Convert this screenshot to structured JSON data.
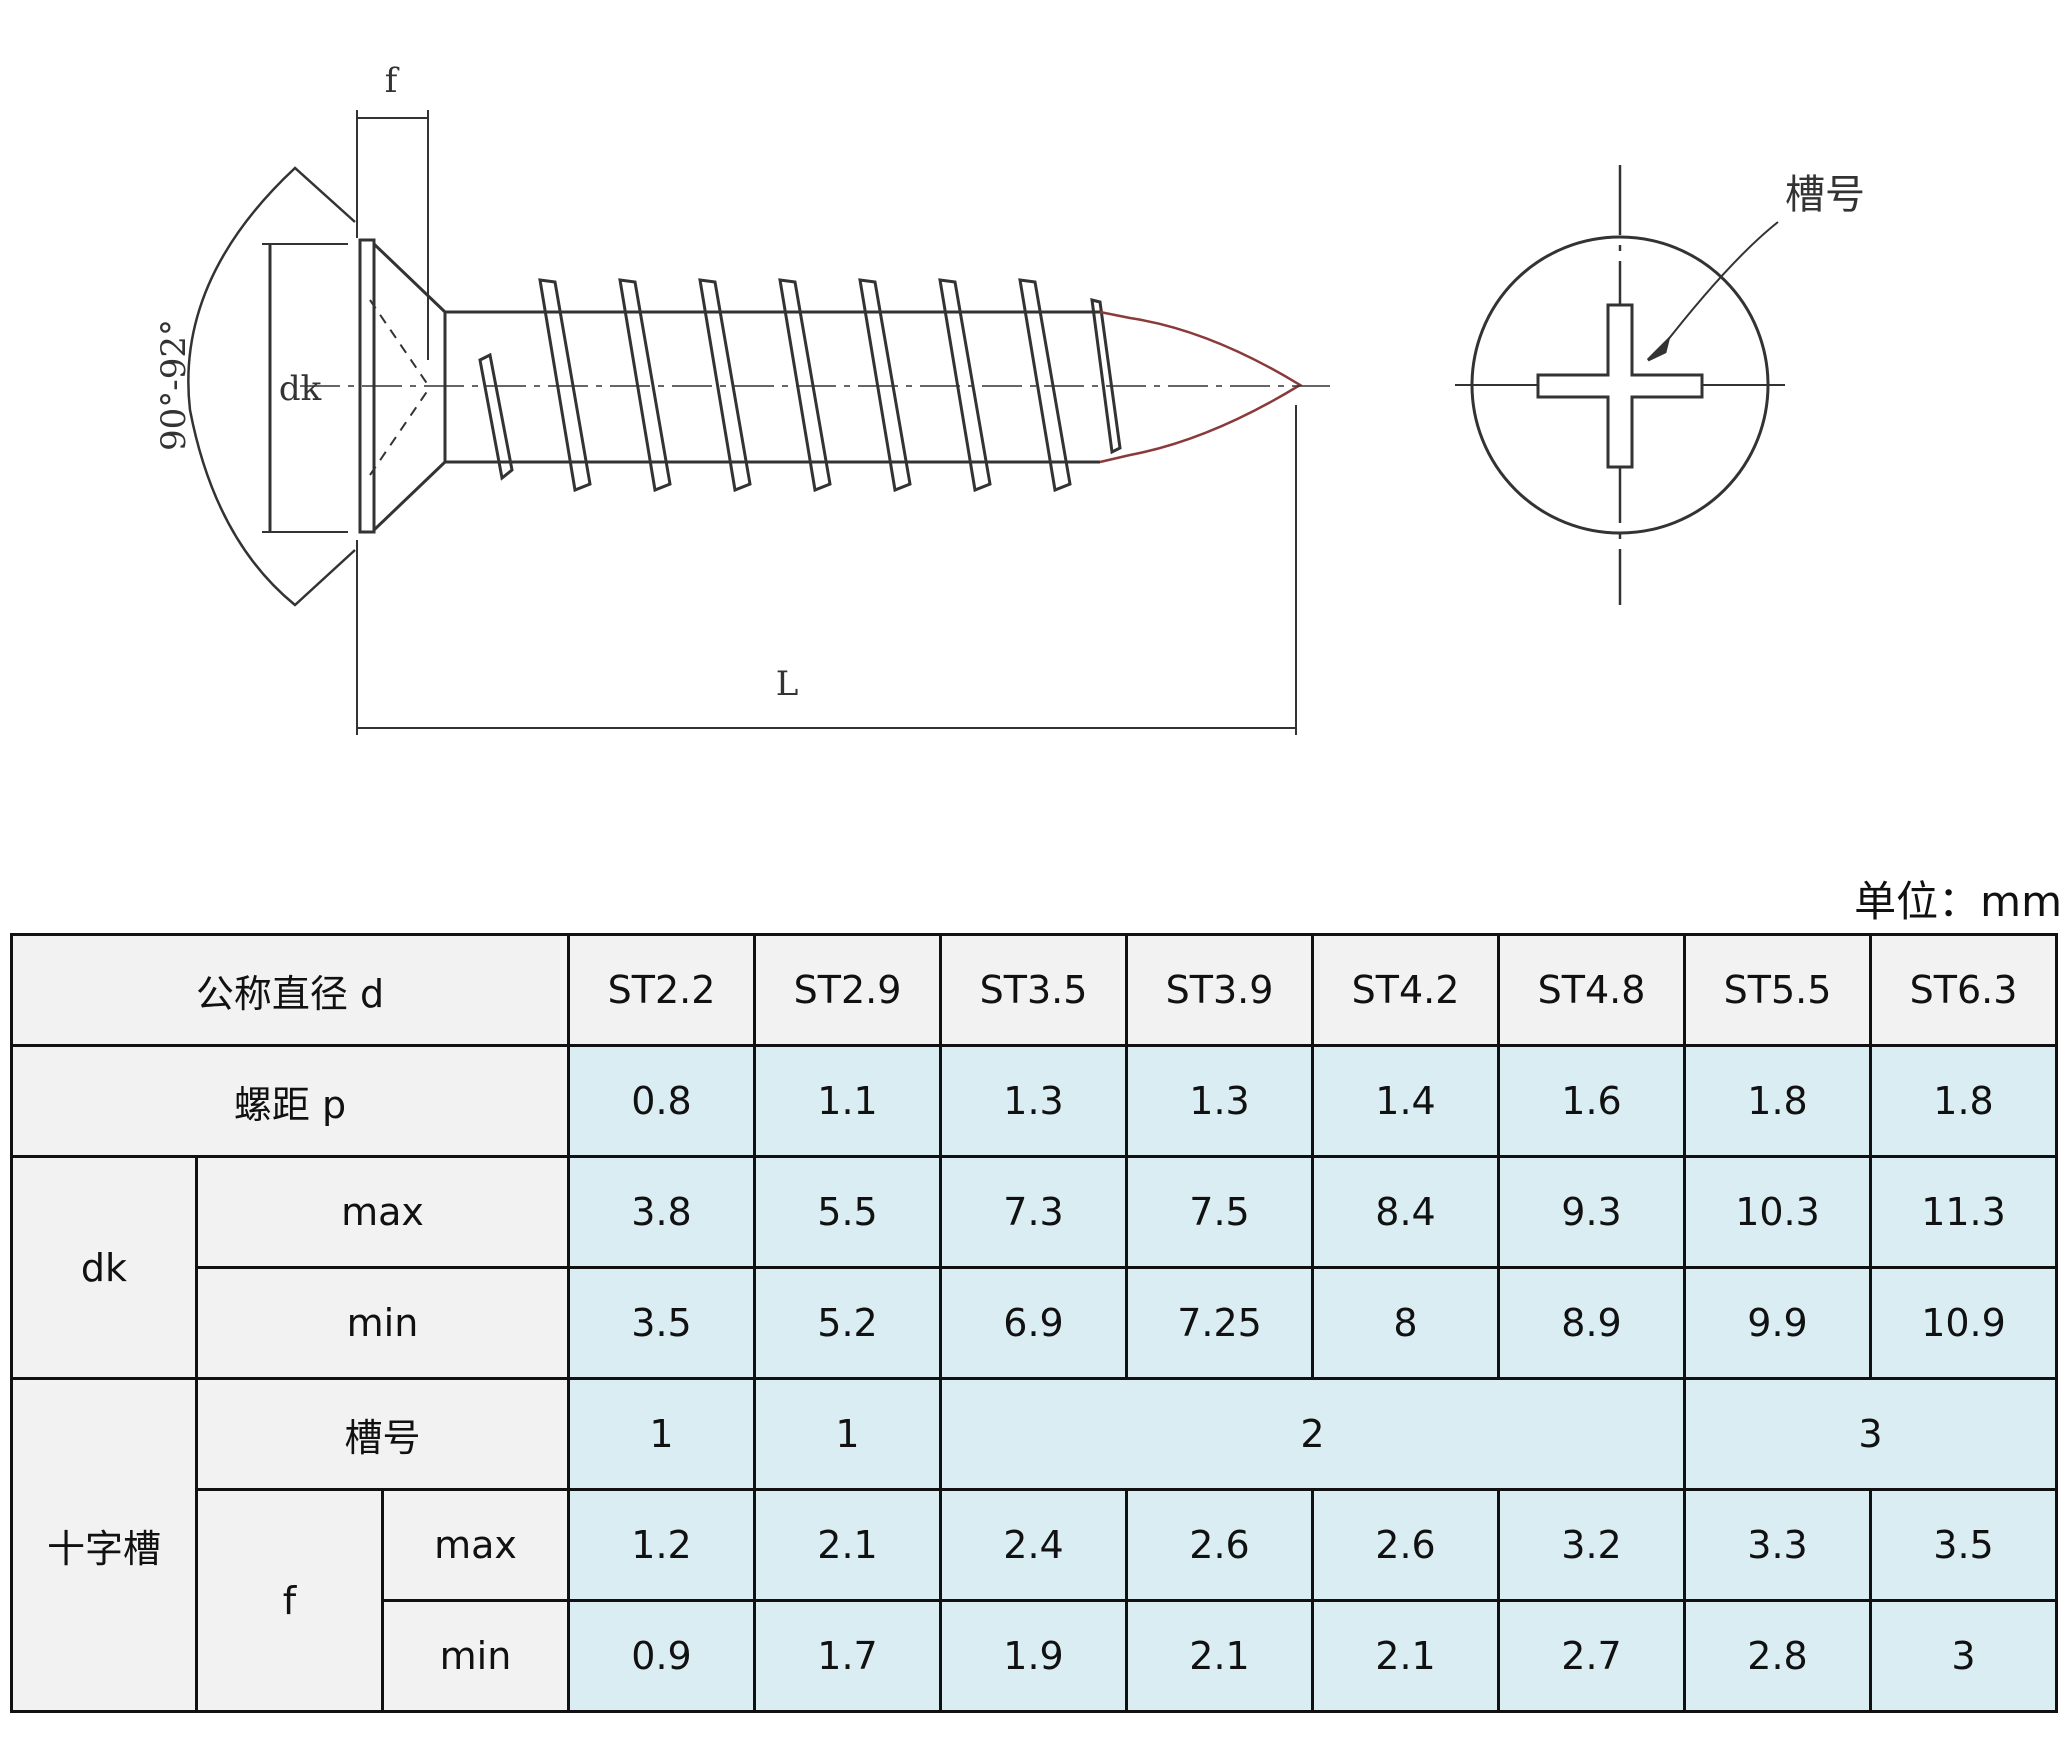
{
  "drawing": {
    "labels": {
      "f": "f",
      "dk": "dk",
      "angle": "90°-92°",
      "L": "L",
      "slot": "槽号"
    }
  },
  "unit_label": "单位：mm",
  "table": {
    "nominal_label": "公称直径 d",
    "sizes": [
      "ST2.2",
      "ST2.9",
      "ST3.5",
      "ST3.9",
      "ST4.2",
      "ST4.8",
      "ST5.5",
      "ST6.3"
    ],
    "pitch_label": "螺距 p",
    "pitch": [
      "0.8",
      "1.1",
      "1.3",
      "1.3",
      "1.4",
      "1.6",
      "1.8",
      "1.8"
    ],
    "dk_label": "dk",
    "max_label": "max",
    "min_label": "min",
    "dk_max": [
      "3.8",
      "5.5",
      "7.3",
      "7.5",
      "8.4",
      "9.3",
      "10.3",
      "11.3"
    ],
    "dk_min": [
      "3.5",
      "5.2",
      "6.9",
      "7.25",
      "8",
      "8.9",
      "9.9",
      "10.9"
    ],
    "cross_label": "十字槽",
    "slot_label": "槽号",
    "slot_values": [
      "1",
      "1",
      "2",
      "3"
    ],
    "f_label": "f",
    "f_max": [
      "1.2",
      "2.1",
      "2.4",
      "2.6",
      "2.6",
      "3.2",
      "3.3",
      "3.5"
    ],
    "f_min": [
      "0.9",
      "1.7",
      "1.9",
      "2.1",
      "2.1",
      "2.7",
      "2.8",
      "3"
    ]
  }
}
